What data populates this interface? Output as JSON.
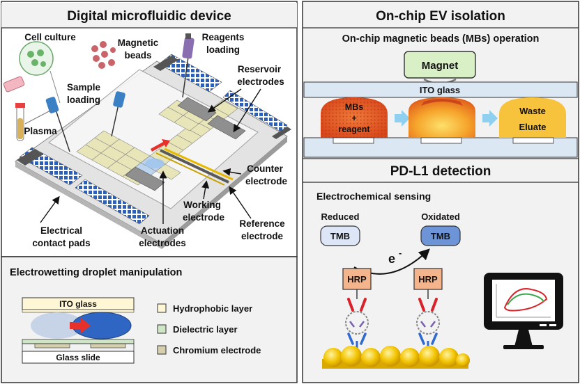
{
  "left_panel": {
    "title": "Digital microfluidic device",
    "labels": {
      "cell_culture": "Cell culture",
      "magnetic_beads_1": "Magnetic",
      "magnetic_beads_2": "beads",
      "reagents_1": "Reagents",
      "reagents_2": "loading",
      "sample_1": "Sample",
      "sample_2": "loading",
      "plasma": "Plasma",
      "reservoir_1": "Reservoir",
      "reservoir_2": "electrodes",
      "counter_1": "Counter",
      "counter_2": "electrode",
      "working_1": "Working",
      "working_2": "electrode",
      "reference_1": "Reference",
      "reference_2": "electrode",
      "contact_1": "Electrical",
      "contact_2": "contact pads",
      "actuation_1": "Actuation",
      "actuation_2": "electrodes"
    }
  },
  "bottom_left_panel": {
    "title": "Electrowetting droplet manipulation",
    "ito_glass": "ITO glass",
    "glass_slide": "Glass slide",
    "legend": [
      {
        "label": "Hydrophobic layer",
        "color": "#fff6d5"
      },
      {
        "label": "Dielectric layer",
        "color": "#cfe6c6"
      },
      {
        "label": "Chromium electrode",
        "color": "#d6cfae"
      }
    ]
  },
  "right_panel": {
    "title": "On-chip EV isolation",
    "subtitle": "On-chip magnetic beads (MBs) operation",
    "magnet": "Magnet",
    "ito_glass": "ITO glass",
    "drop1_1": "MBs",
    "drop1_2": "+",
    "drop1_3": "reagent",
    "waste": "Waste",
    "eluate": "Eluate",
    "detection_title": "PD-L1 detection",
    "sensing_title": "Electrochemical sensing",
    "reduced": "Reduced",
    "oxidated": "Oxidated",
    "tmb": "TMB",
    "electron": "e",
    "electron_sup": "-",
    "hrp": "HRP"
  }
}
